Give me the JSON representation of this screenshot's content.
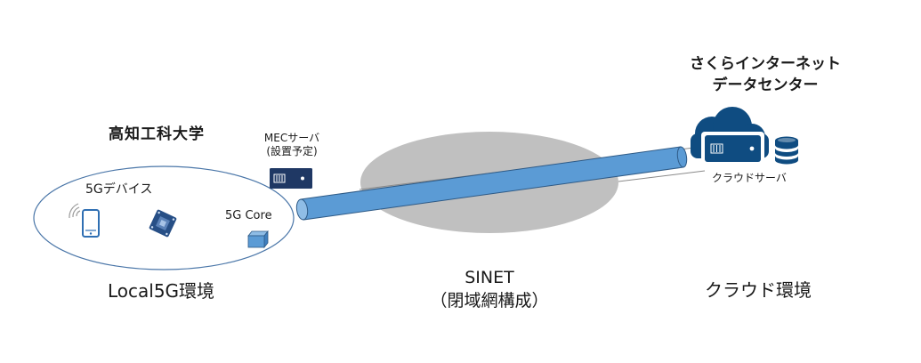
{
  "campus": {
    "title": "高知工科大学",
    "mec_server_label": "MECサーバ",
    "mec_server_note": "(設置予定)",
    "devices_label": "5Gデバイス",
    "core_label": "5G Core",
    "env_label": "Local5G環境"
  },
  "network": {
    "name": "SINET",
    "note": "（閉域網構成）"
  },
  "cloud": {
    "datacenter_line1": "さくらインターネット",
    "datacenter_line2": "データセンター",
    "server_label": "クラウドサーバ",
    "env_label": "クラウド環境"
  },
  "colors": {
    "ellipse_outline": "#4a76a8",
    "sinet_cloud": "#c0c0c0",
    "tunnel_fill": "#5b9bd5",
    "tunnel_stroke": "#2e5a86",
    "navy": "#1f3864",
    "cloud_blue": "#0f4c81"
  }
}
